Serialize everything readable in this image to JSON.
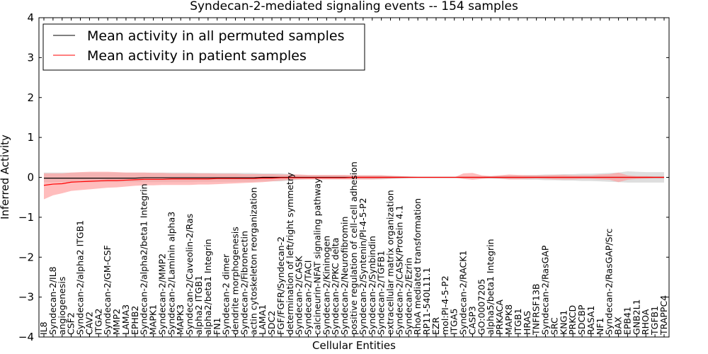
{
  "chart_data": {
    "type": "line",
    "title": "Syndecan-2-mediated signaling events -- 154 samples",
    "xlabel": "Cellular Entities",
    "ylabel": "Inferred Activity",
    "ylim": [
      -4,
      4
    ],
    "yticks": [
      -4,
      -3,
      -2,
      -1,
      0,
      1,
      2,
      3,
      4
    ],
    "legend_position": "upper-left",
    "categories": [
      "IL8",
      "Syndecan-2/IL8",
      "angiogenesis",
      "CSF2",
      "Syndecan-2/alpha2 ITGB1",
      "CAV2",
      "ITGA2",
      "Syndecan-2/GM-CSF",
      "MMP2",
      "LAMA3",
      "EPHB2",
      "Syndecan-2/alpha2/beta1 Integrin",
      "MAPK1",
      "Syndecan-2/MMP2",
      "Syndecan-2/Laminin alpha3",
      "MAPK3",
      "Syndecan-2/Caveolin-2/Ras",
      "alpha2 ITGB1",
      "alpha2/beta1 Integrin",
      "FN1",
      "Syndecan-2 dimer",
      "dendrite morphogenesis",
      "Syndecan-2/Fibronectin",
      "actin cytoskeleton reorganization",
      "LAMA1",
      "SDC2",
      "FGF/FGFR/Syndecan-2",
      "determination of left/right symmetry",
      "Syndecan-2/CASK",
      "Syndecan-2/TACI",
      "calcineurin-NFAT signaling pathway",
      "Syndecan-2/Kininogen",
      "Syndecan-2/PKC delta",
      "Syndecan-2/Neurofibromin",
      "positive regulation of cell-cell adhesion",
      "Syndecan-2/Syntenin/PI-4-5-P2",
      "Syndecan-2/Synbindin",
      "Syndecan-2/TGFB1",
      "extracellular matrix organization",
      "Syndecan-2/CASK/Protein 4.1",
      "Syndecan-2/Ezrin",
      "RhoA mediated transformation",
      "RP11-540L11.1",
      "EZR",
      "mol:PI-4-5-P2",
      "ITGA5",
      "Syndecan-2/RACK1",
      "CASP3",
      "GO:0007205",
      "alpha5/beta1 Integrin",
      "PRKACA",
      "MAPK8",
      "ITGB1",
      "HRAS",
      "TNFRSF13B",
      "Syndecan-2/RasGAP",
      "SRC",
      "KNG1",
      "PRKCD",
      "SDCBP",
      "RASA1",
      "NF1",
      "Syndecan-2/RasGAP/Src",
      "BAX",
      "EPB41",
      "GNB2L1",
      "RHOA",
      "TGFB1",
      "TRAPPC4"
    ],
    "series": [
      {
        "name": "Mean activity in all permuted samples",
        "color": "#000000",
        "band_color": "#c8c8c8",
        "values": [
          -0.02,
          -0.02,
          -0.02,
          -0.02,
          -0.02,
          -0.02,
          -0.02,
          -0.02,
          -0.02,
          -0.02,
          -0.02,
          -0.01,
          -0.01,
          -0.01,
          -0.01,
          -0.01,
          -0.01,
          -0.01,
          -0.01,
          -0.01,
          -0.01,
          -0.01,
          -0.01,
          -0.01,
          0,
          0,
          0,
          0,
          0,
          0,
          0,
          0,
          0,
          0,
          0,
          0,
          0,
          0,
          0,
          0,
          0,
          0,
          0,
          0,
          0,
          0,
          0,
          0,
          0,
          0,
          0,
          0,
          0,
          0,
          0,
          0,
          0,
          0,
          0,
          0,
          0,
          0,
          0,
          0,
          0,
          0,
          0,
          0,
          0
        ],
        "lower": [
          -0.12,
          -0.12,
          -0.12,
          -0.12,
          -0.12,
          -0.12,
          -0.12,
          -0.12,
          -0.12,
          -0.12,
          -0.12,
          -0.12,
          -0.12,
          -0.12,
          -0.12,
          -0.12,
          -0.12,
          -0.11,
          -0.11,
          -0.11,
          -0.11,
          -0.11,
          -0.11,
          -0.11,
          -0.1,
          -0.1,
          -0.1,
          -0.08,
          -0.06,
          -0.05,
          -0.05,
          -0.05,
          -0.05,
          -0.05,
          -0.05,
          -0.05,
          -0.05,
          -0.05,
          -0.04,
          -0.03,
          -0.02,
          -0.01,
          0,
          0,
          0,
          0,
          0,
          -0.01,
          -0.02,
          -0.03,
          -0.04,
          -0.05,
          -0.05,
          -0.06,
          -0.06,
          -0.07,
          -0.07,
          -0.08,
          -0.08,
          -0.09,
          -0.09,
          -0.1,
          -0.11,
          -0.12,
          -0.13,
          -0.13,
          -0.13,
          -0.13,
          -0.13
        ],
        "upper": [
          0.12,
          0.12,
          0.12,
          0.12,
          0.12,
          0.12,
          0.12,
          0.12,
          0.12,
          0.12,
          0.12,
          0.12,
          0.12,
          0.12,
          0.12,
          0.12,
          0.12,
          0.11,
          0.11,
          0.11,
          0.11,
          0.11,
          0.11,
          0.11,
          0.1,
          0.1,
          0.1,
          0.08,
          0.06,
          0.05,
          0.05,
          0.05,
          0.05,
          0.05,
          0.05,
          0.05,
          0.05,
          0.05,
          0.04,
          0.03,
          0.02,
          0.01,
          0,
          0,
          0,
          0,
          0,
          0.01,
          0.02,
          0.03,
          0.04,
          0.05,
          0.05,
          0.06,
          0.06,
          0.07,
          0.07,
          0.08,
          0.08,
          0.09,
          0.09,
          0.1,
          0.11,
          0.12,
          0.15,
          0.14,
          0.13,
          0.13,
          0.13
        ]
      },
      {
        "name": "Mean activity in patient samples",
        "color": "#ff0000",
        "band_color": "#ff9a9a",
        "values": [
          -0.2,
          -0.17,
          -0.16,
          -0.12,
          -0.11,
          -0.1,
          -0.09,
          -0.08,
          -0.08,
          -0.07,
          -0.06,
          -0.05,
          -0.05,
          -0.05,
          -0.04,
          -0.04,
          -0.04,
          -0.04,
          -0.04,
          -0.03,
          -0.03,
          -0.03,
          -0.03,
          -0.03,
          -0.02,
          -0.02,
          -0.01,
          -0.01,
          -0.01,
          -0.01,
          -0.01,
          -0.01,
          -0.01,
          -0.01,
          0,
          0,
          0,
          0,
          0,
          0,
          0,
          0,
          0,
          0,
          0,
          0,
          0,
          0,
          0,
          0,
          0,
          0,
          0,
          0,
          0,
          0,
          0,
          0,
          0,
          0,
          0,
          0,
          0,
          0,
          0,
          0,
          0,
          0,
          0
        ],
        "lower": [
          -0.55,
          -0.45,
          -0.4,
          -0.34,
          -0.32,
          -0.3,
          -0.28,
          -0.26,
          -0.25,
          -0.23,
          -0.21,
          -0.2,
          -0.2,
          -0.19,
          -0.19,
          -0.19,
          -0.19,
          -0.18,
          -0.18,
          -0.17,
          -0.16,
          -0.15,
          -0.14,
          -0.13,
          -0.12,
          -0.1,
          -0.08,
          -0.06,
          -0.05,
          -0.05,
          -0.05,
          -0.05,
          -0.05,
          -0.05,
          -0.05,
          -0.05,
          -0.05,
          -0.04,
          -0.03,
          -0.02,
          -0.01,
          0,
          0,
          0,
          0,
          0,
          -0.04,
          -0.06,
          -0.04,
          -0.02,
          -0.03,
          -0.05,
          -0.05,
          -0.04,
          -0.03,
          -0.04,
          -0.05,
          -0.05,
          -0.05,
          -0.04,
          -0.04,
          -0.05,
          -0.06,
          -0.12,
          -0.06,
          -0.04,
          -0.03,
          -0.02,
          -0.02
        ],
        "upper": [
          0.1,
          0.1,
          0.1,
          0.12,
          0.13,
          0.14,
          0.14,
          0.14,
          0.13,
          0.12,
          0.12,
          0.12,
          0.11,
          0.11,
          0.1,
          0.1,
          0.1,
          0.1,
          0.1,
          0.09,
          0.09,
          0.09,
          0.08,
          0.08,
          0.08,
          0.08,
          0.07,
          0.07,
          0.07,
          0.06,
          0.06,
          0.06,
          0.06,
          0.06,
          0.05,
          0.05,
          0.05,
          0.05,
          0.04,
          0.03,
          0.02,
          0.01,
          0,
          0,
          0,
          0,
          0.1,
          0.11,
          0.05,
          0.03,
          0.05,
          0.07,
          0.06,
          0.05,
          0.05,
          0.05,
          0.06,
          0.06,
          0.05,
          0.05,
          0.05,
          0.07,
          0.08,
          0.12,
          0.05,
          0.03,
          0.03,
          0.02,
          0.02
        ]
      }
    ]
  }
}
